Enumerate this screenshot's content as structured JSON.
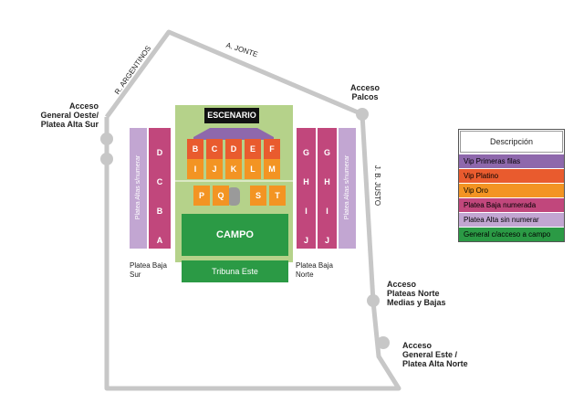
{
  "streets": {
    "argentinos": "R. ARGENTINOS",
    "jonte": "A. JONTE",
    "justo": "J. B. JUSTO"
  },
  "accesses": {
    "oeste": [
      "Acceso",
      "General Oeste/",
      "Platea Alta Sur"
    ],
    "palcos": [
      "Acceso",
      "Palcos"
    ],
    "norte": [
      "Acceso",
      "Plateas Norte",
      "Medias y Bajas"
    ],
    "este": [
      "Acceso",
      "General Este /",
      "Platea Alta Norte"
    ]
  },
  "stage": {
    "label": "ESCENARIO",
    "campo": "CAMPO",
    "tribuna": "Tribuna Este"
  },
  "vip_rows": [
    [
      "B",
      "C",
      "D",
      "E",
      "F"
    ],
    [
      "I",
      "J",
      "K",
      "L",
      "M"
    ],
    [
      "P",
      "Q",
      "S",
      "T"
    ]
  ],
  "south_alta": [
    "A",
    "B",
    "C",
    "D"
  ],
  "south_baja_label": "Platea Altas s/numerar",
  "north_cols": [
    [
      "J",
      "I",
      "H",
      "G"
    ],
    [
      "J",
      "I",
      "H",
      "G"
    ]
  ],
  "north_alta_label": "Platea Altas s/numerar",
  "platea_baja_sur": [
    "Platea Baja",
    "Sur"
  ],
  "platea_baja_norte": [
    "Platea Baja",
    "Norte"
  ],
  "legend": {
    "title": "Descripción",
    "items": [
      {
        "label": "Vip Primeras filas",
        "color": "#8e68ac"
      },
      {
        "label": "Vip Platino",
        "color": "#e95b2e"
      },
      {
        "label": "Vip Oro",
        "color": "#f39423"
      },
      {
        "label": "Platea Baja numerada",
        "color": "#c1477c"
      },
      {
        "label": "Platea Alta sin numerar",
        "color": "#c2a6d2"
      },
      {
        "label": "General c/acceso a campo",
        "color": "#2b9a45"
      }
    ]
  },
  "colors": {
    "road": "#c7c7c7",
    "field": "#b5d28a",
    "vip_platino": "#e95b2e",
    "vip_oro": "#f39423",
    "vip_primeras": "#8e68ac",
    "platea_baja": "#c1477c",
    "platea_alta": "#c2a6d2",
    "general": "#2b9a45"
  }
}
